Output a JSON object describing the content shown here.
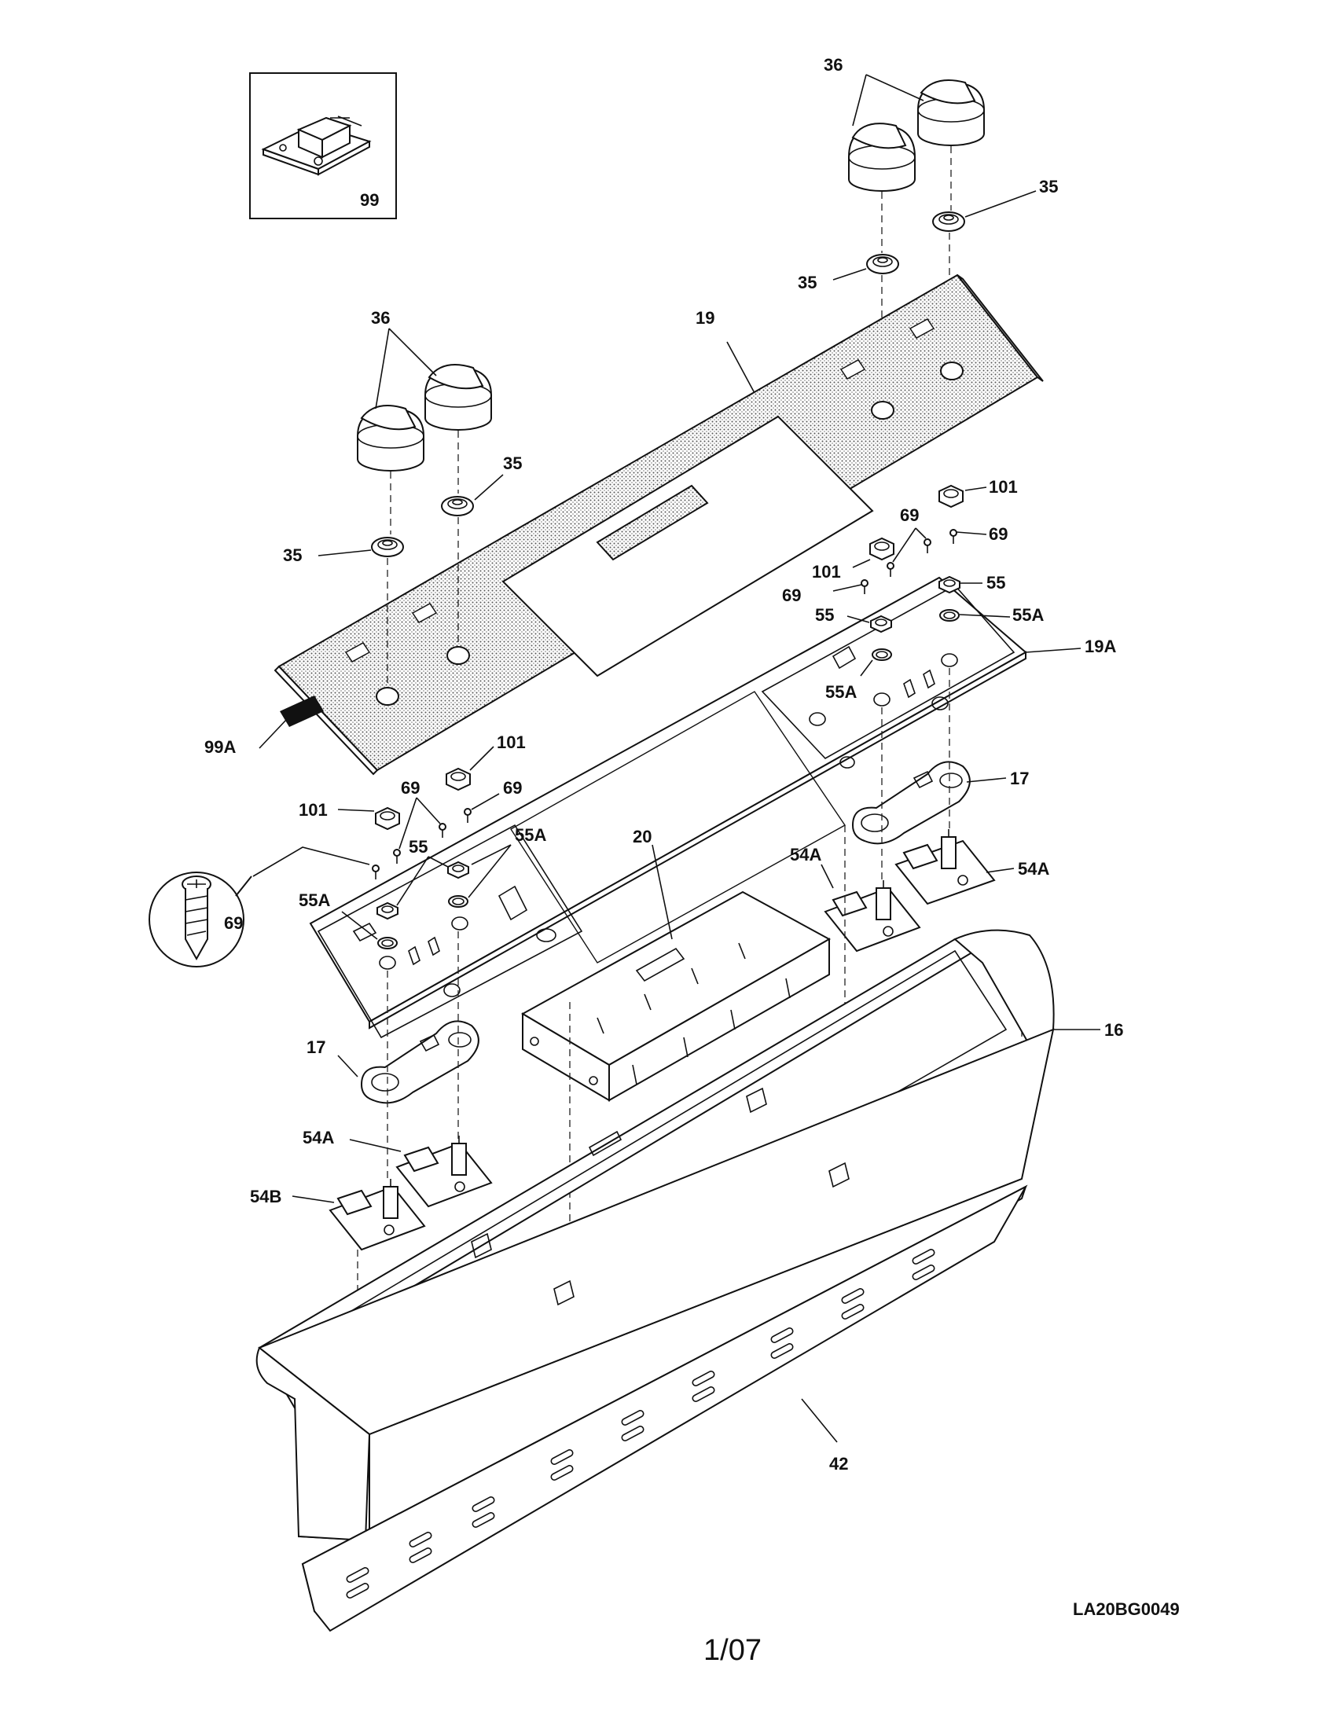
{
  "diagram": {
    "labels": {
      "l99": "99",
      "l36a": "36",
      "l36b": "36",
      "l35a": "35",
      "l35b": "35",
      "l35c": "35",
      "l35d": "35",
      "l19": "19",
      "l19A": "19A",
      "l101a": "101",
      "l101b": "101",
      "l101c": "101",
      "l101d": "101",
      "l69a": "69",
      "l69b": "69",
      "l69c": "69",
      "l69d": "69",
      "l69e": "69",
      "l69f": "69",
      "l55a": "55",
      "l55b": "55",
      "l55c": "55",
      "l55Aa": "55A",
      "l55Ab": "55A",
      "l55Ac": "55A",
      "l55Ad": "55A",
      "l99A": "99A",
      "l17a": "17",
      "l17b": "17",
      "l20": "20",
      "l54Aa": "54A",
      "l54Ab": "54A",
      "l54Ac": "54A",
      "l54B": "54B",
      "l16": "16",
      "l42": "42"
    },
    "drawing_code": "LA20BG0049",
    "page": "1/07"
  }
}
